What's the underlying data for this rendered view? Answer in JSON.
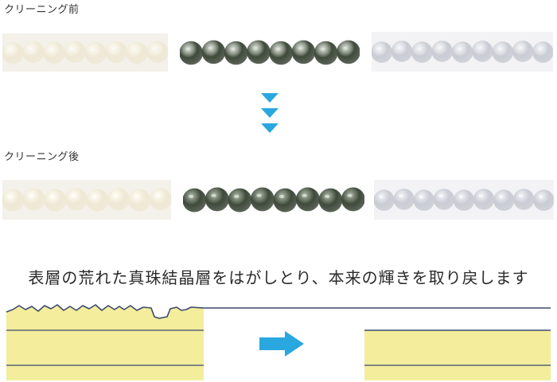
{
  "sections": {
    "before_label": "クリーニング前",
    "after_label": "クリーニング後"
  },
  "caption": "表層の荒れた真珠結晶層をはがしとり、本来の輝きを取り戻します",
  "pearl_strands": [
    {
      "name": "white-pearl-strand",
      "color": "#efe8d5",
      "shine": "#fffdf4",
      "background": "#f4f1ea"
    },
    {
      "name": "black-pearl-strand",
      "color": "#3f4a3b",
      "shine": "#a9b5a2",
      "background": "#ffffff"
    },
    {
      "name": "silver-pearl-strand",
      "color": "#c9ccd4",
      "shine": "#f2f4f8",
      "background": "#f3f3f5"
    }
  ],
  "colors": {
    "arrow_blue": "#29a8e0",
    "layer_fill": "#f3ed9c",
    "layer_line": "#3b4a6b",
    "text": "#333333"
  }
}
